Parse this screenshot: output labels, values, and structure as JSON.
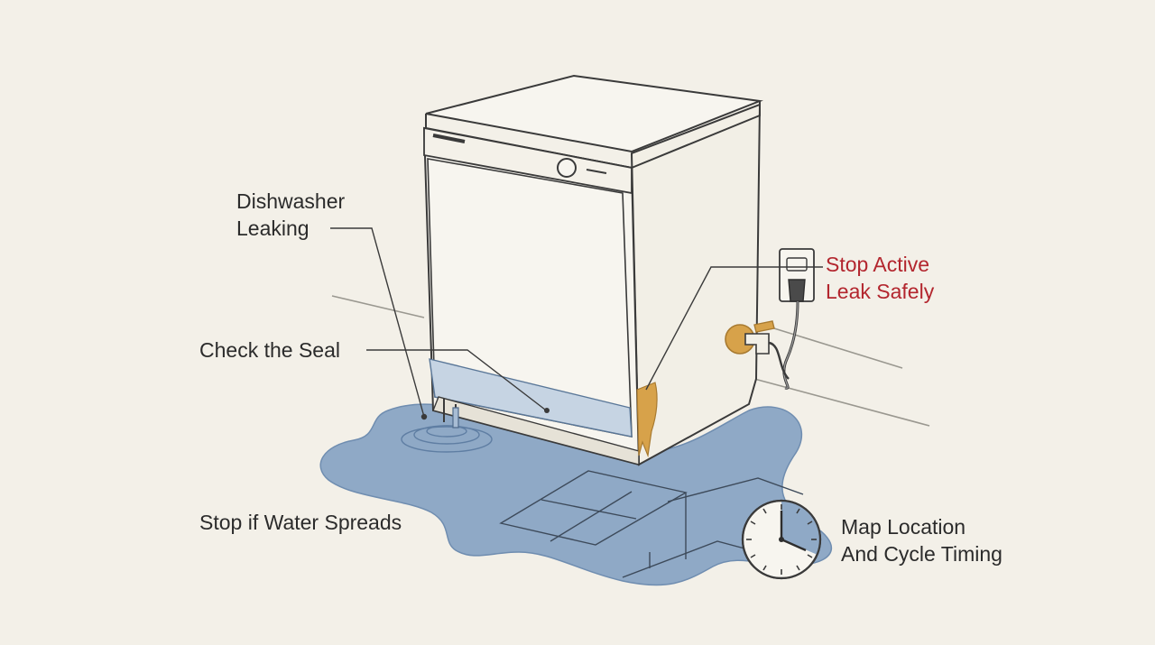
{
  "labels": {
    "dishwasher_leaking": [
      "Dishwasher",
      "Leaking"
    ],
    "check_seal": "Check the Seal",
    "stop_spread": "Stop if Water Spreads",
    "stop_leak": [
      "Stop Active",
      "Leak Safely"
    ],
    "map_location": [
      "Map Location",
      "And Cycle Timing"
    ]
  },
  "colors": {
    "background": "#f3f0e8",
    "ink": "#3a3a3a",
    "appliance_fill": "#f7f5ef",
    "water": "#8fa9c6",
    "water_dark": "#6f8db0",
    "rust": "#d7a24a",
    "alert_text": "#b3262e",
    "clock_face": "#f7f5ef"
  },
  "icons": {
    "clock": "clock-icon",
    "valve": "water-valve-icon",
    "outlet": "power-outlet-icon"
  }
}
